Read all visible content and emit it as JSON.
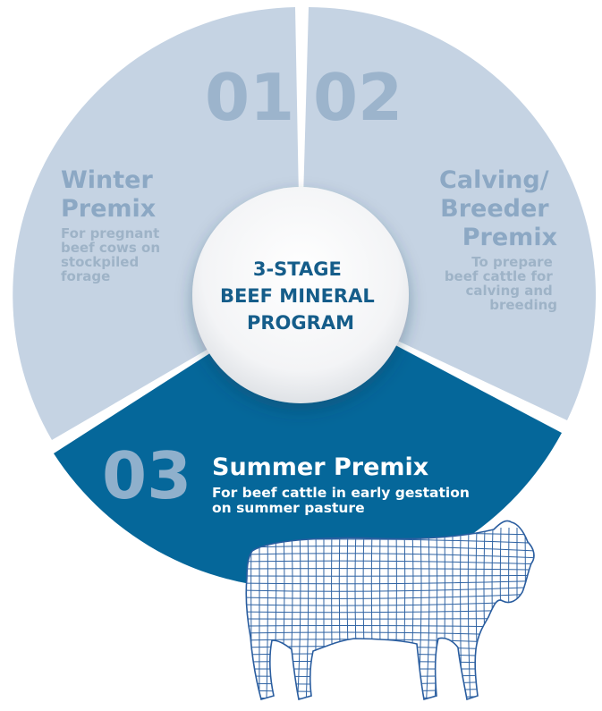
{
  "stages": [
    {
      "number": "01",
      "title": [
        "Winter",
        "Premix"
      ],
      "description": [
        "For pregnant",
        "beef cows on",
        "stockpiled",
        "forage"
      ],
      "color": "#c5d3e3"
    },
    {
      "number": "02",
      "title": [
        "Calving/",
        "Breeder",
        "Premix"
      ],
      "description": [
        "To prepare",
        "beef cattle for",
        "calving and",
        "breeding"
      ],
      "color": "#c5d3e3"
    },
    {
      "number": "03",
      "title": [
        "Summer Premix"
      ],
      "description": [
        "For beef cattle in early gestation",
        "on summer pasture"
      ],
      "color": "#05679a"
    }
  ],
  "center": {
    "lines": [
      "3-STAGE",
      "BEEF MINERAL",
      "PROGRAM"
    ],
    "text_color": "#155d8a"
  },
  "illustration": {
    "icon": "wireframe-cow-icon",
    "color": "#2f63a3"
  }
}
